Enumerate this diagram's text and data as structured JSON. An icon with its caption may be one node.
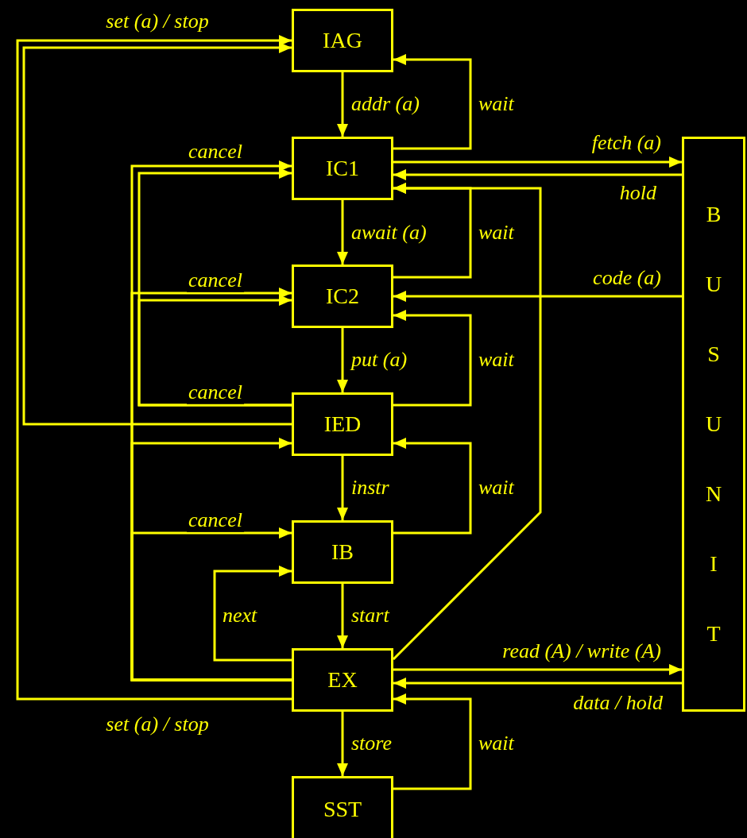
{
  "diagram": {
    "nodes": [
      {
        "text": [
          "IAG"
        ]
      },
      {
        "text": [
          "IC1"
        ]
      },
      {
        "text": [
          "IC2"
        ]
      },
      {
        "text": [
          "IED"
        ]
      },
      {
        "text": [
          "IB"
        ]
      },
      {
        "text": [
          "EX"
        ]
      },
      {
        "text": [
          "SST"
        ]
      },
      {
        "text": [
          "BUS UNIT"
        ]
      }
    ],
    "edges": [
      {
        "from": 0,
        "to": 1,
        "arrow": "to",
        "label": "addr (a)"
      },
      {
        "from": 1,
        "to": 0,
        "arrow": "to",
        "label": "wait"
      },
      {
        "from": 1,
        "to": 2,
        "arrow": "to",
        "label": "await (a)"
      },
      {
        "from": 2,
        "to": 1,
        "arrow": "to",
        "label": "wait"
      },
      {
        "from": 1,
        "to": 7,
        "arrow": "to",
        "label": "fetch (a)"
      },
      {
        "from": 7,
        "to": 1,
        "arrow": "to",
        "label": "hold"
      },
      {
        "from": 7,
        "to": 2,
        "arrow": "to",
        "label": "code (a)"
      },
      {
        "from": 2,
        "to": 3,
        "arrow": "to",
        "label": "put (a)"
      },
      {
        "from": 3,
        "to": 2,
        "arrow": "to",
        "label": "wait"
      },
      {
        "from": 3,
        "to": 4,
        "arrow": "to",
        "label": "instr"
      },
      {
        "from": 4,
        "to": 3,
        "arrow": "to",
        "label": "wait"
      },
      {
        "from": 4,
        "to": 5,
        "arrow": "to",
        "label": "start"
      },
      {
        "from": 5,
        "to": 4,
        "arrow": "to",
        "label": "next"
      },
      {
        "from": 5,
        "to": 6,
        "arrow": "to",
        "label": "store"
      },
      {
        "from": 6,
        "to": 5,
        "arrow": "to",
        "label": "wait"
      },
      {
        "from": 5,
        "to": 7,
        "arrow": "to",
        "label": "read (A) / write (A)"
      },
      {
        "from": 7,
        "to": 5,
        "arrow": "to",
        "label": "data / hold"
      },
      {
        "from": 5,
        "to": 1,
        "arrow": "to"
      },
      {
        "from": 3,
        "to": 0,
        "arrow": "to",
        "label": "set (a) / stop"
      },
      {
        "from": 5,
        "to": 0,
        "arrow": "to",
        "label": "set (a) / stop"
      },
      {
        "from": 3,
        "to": 1,
        "arrow": "to",
        "label": "cancel"
      },
      {
        "from": 3,
        "to": 2,
        "arrow": "to"
      },
      {
        "from": 5,
        "to": 1,
        "arrow": "to",
        "label": "cancel"
      },
      {
        "from": 5,
        "to": 2,
        "arrow": "to",
        "label": "cancel"
      },
      {
        "from": 5,
        "to": 3,
        "arrow": "to"
      },
      {
        "from": 5,
        "to": 4,
        "arrow": "to",
        "label": "cancel"
      }
    ]
  }
}
